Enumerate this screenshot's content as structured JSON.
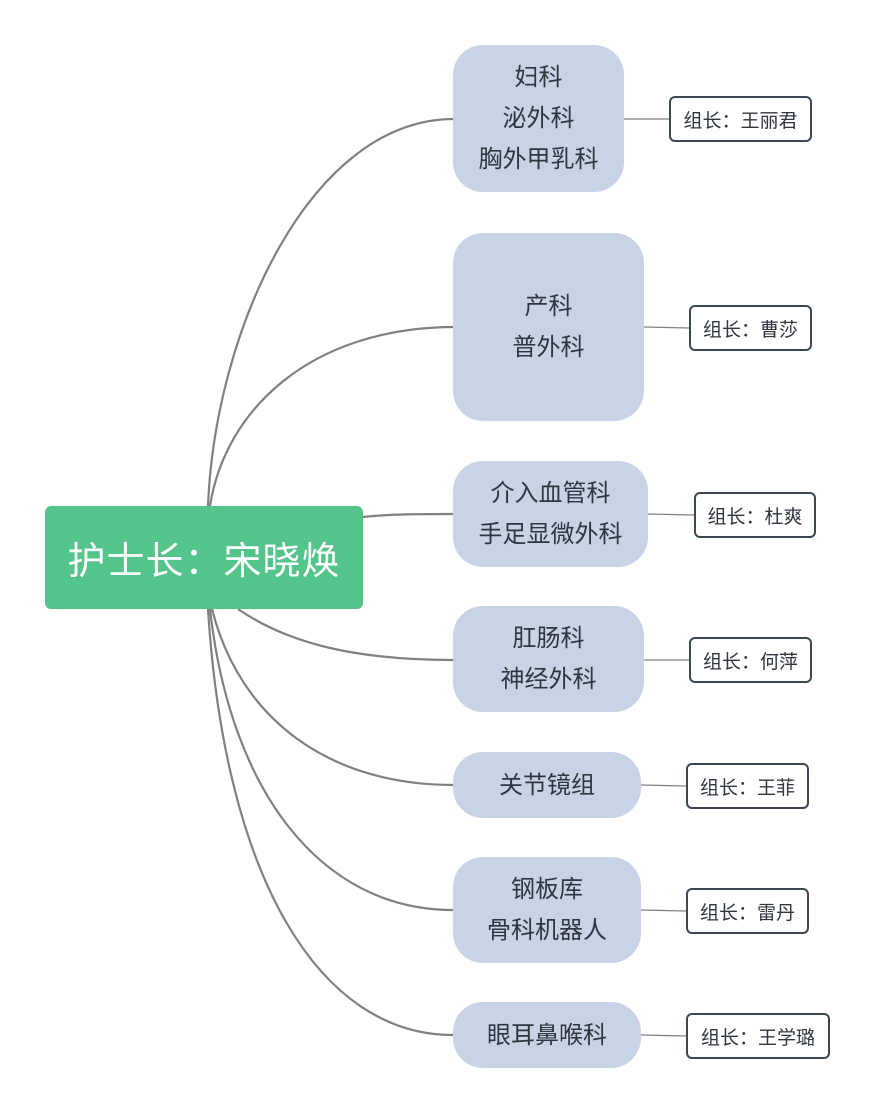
{
  "root": {
    "label": "护士长：宋晓焕"
  },
  "branches": [
    {
      "lines": [
        "妇科",
        "泌外科",
        "胸外甲乳科"
      ],
      "leader": "组长：王丽君"
    },
    {
      "lines": [
        "产科",
        "普外科"
      ],
      "leader": "组长：曹莎"
    },
    {
      "lines": [
        "介入血管科",
        "手足显微外科"
      ],
      "leader": "组长：杜爽"
    },
    {
      "lines": [
        "肛肠科",
        "神经外科"
      ],
      "leader": "组长：何萍"
    },
    {
      "lines": [
        "关节镜组"
      ],
      "leader": "组长：王菲"
    },
    {
      "lines": [
        "钢板库",
        "骨科机器人"
      ],
      "leader": "组长：雷丹"
    },
    {
      "lines": [
        "眼耳鼻喉科"
      ],
      "leader": "组长：王学璐"
    }
  ],
  "colors": {
    "root_fill": "#53c48a",
    "branch_fill": "#c8d3e5",
    "leader_border": "#3c4752",
    "connector": "#808080"
  }
}
